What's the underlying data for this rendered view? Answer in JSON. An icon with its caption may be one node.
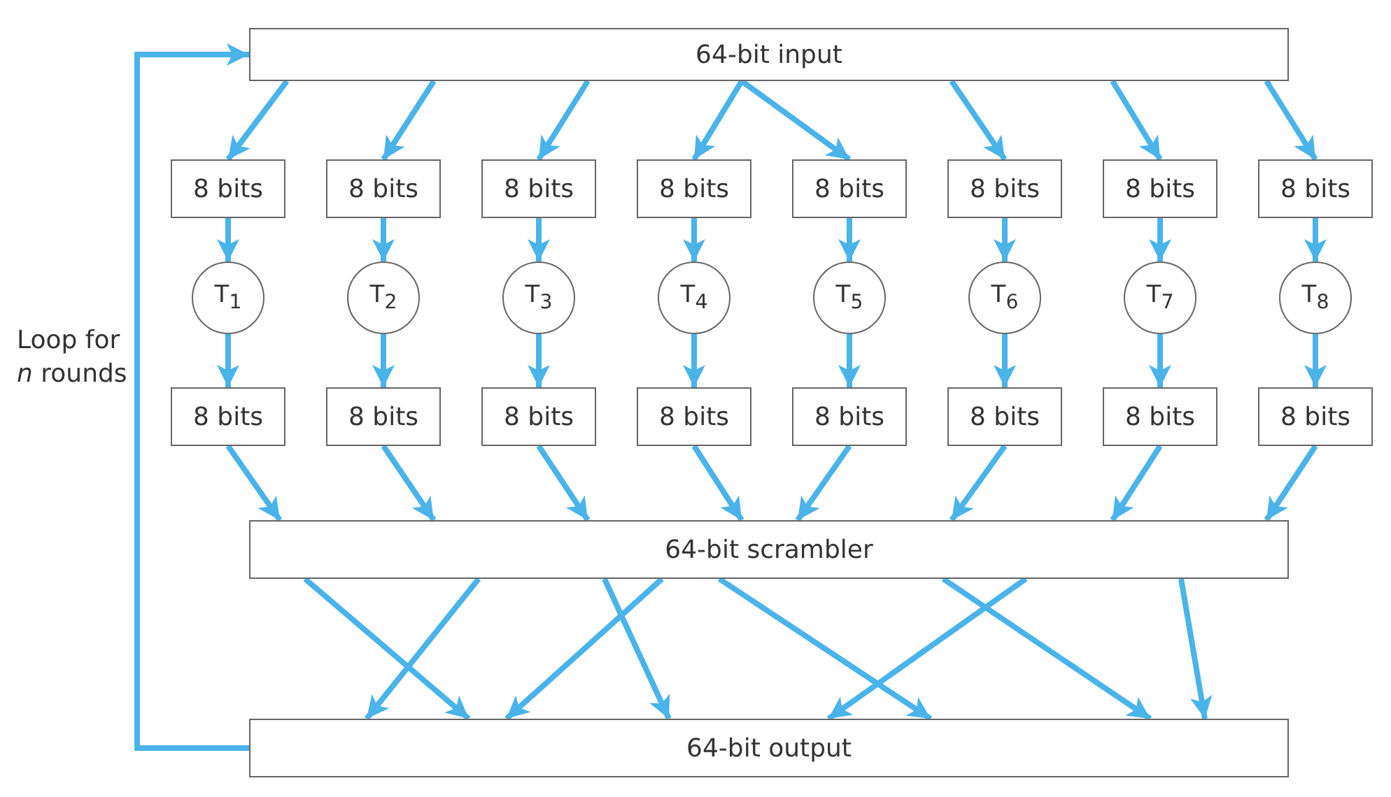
{
  "diagram": {
    "nodes": [
      {
        "text": [
          "64-bit input"
        ]
      },
      {
        "text": [
          "8 bits"
        ]
      },
      {
        "text": [
          "8 bits"
        ]
      },
      {
        "text": [
          "8 bits"
        ]
      },
      {
        "text": [
          "8 bits"
        ]
      },
      {
        "text": [
          "8 bits"
        ]
      },
      {
        "text": [
          "8 bits"
        ]
      },
      {
        "text": [
          "8 bits"
        ]
      },
      {
        "text": [
          "8 bits"
        ]
      },
      {
        "text": [
          "T$_{1}$"
        ]
      },
      {
        "text": [
          "T$_{2}$"
        ]
      },
      {
        "text": [
          "T$_{3}$"
        ]
      },
      {
        "text": [
          "T$_{4}$"
        ]
      },
      {
        "text": [
          "T$_{5}$"
        ]
      },
      {
        "text": [
          "T$_{6}$"
        ]
      },
      {
        "text": [
          "T$_{7}$"
        ]
      },
      {
        "text": [
          "T$_{8}$"
        ]
      },
      {
        "text": [
          "8 bits"
        ]
      },
      {
        "text": [
          "8 bits"
        ]
      },
      {
        "text": [
          "8 bits"
        ]
      },
      {
        "text": [
          "8 bits"
        ]
      },
      {
        "text": [
          "8 bits"
        ]
      },
      {
        "text": [
          "8 bits"
        ]
      },
      {
        "text": [
          "8 bits"
        ]
      },
      {
        "text": [
          "8 bits"
        ]
      },
      {
        "text": [
          "64-bit scrambler"
        ]
      },
      {
        "text": [
          "64-bit output"
        ]
      }
    ],
    "edges": [
      {
        "from": 0,
        "to": 1,
        "arrow": "to"
      },
      {
        "from": 0,
        "to": 2,
        "arrow": "to"
      },
      {
        "from": 0,
        "to": 3,
        "arrow": "to"
      },
      {
        "from": 0,
        "to": 4,
        "arrow": "to"
      },
      {
        "from": 0,
        "to": 5,
        "arrow": "to"
      },
      {
        "from": 0,
        "to": 6,
        "arrow": "to"
      },
      {
        "from": 0,
        "to": 7,
        "arrow": "to"
      },
      {
        "from": 0,
        "to": 8,
        "arrow": "to"
      },
      {
        "from": 1,
        "to": 9,
        "arrow": "to"
      },
      {
        "from": 2,
        "to": 10,
        "arrow": "to"
      },
      {
        "from": 3,
        "to": 11,
        "arrow": "to"
      },
      {
        "from": 4,
        "to": 12,
        "arrow": "to"
      },
      {
        "from": 5,
        "to": 13,
        "arrow": "to"
      },
      {
        "from": 6,
        "to": 14,
        "arrow": "to"
      },
      {
        "from": 7,
        "to": 15,
        "arrow": "to"
      },
      {
        "from": 8,
        "to": 16,
        "arrow": "to"
      },
      {
        "from": 9,
        "to": 17,
        "arrow": "to"
      },
      {
        "from": 10,
        "to": 18,
        "arrow": "to"
      },
      {
        "from": 11,
        "to": 19,
        "arrow": "to"
      },
      {
        "from": 12,
        "to": 20,
        "arrow": "to"
      },
      {
        "from": 13,
        "to": 21,
        "arrow": "to"
      },
      {
        "from": 14,
        "to": 22,
        "arrow": "to"
      },
      {
        "from": 15,
        "to": 23,
        "arrow": "to"
      },
      {
        "from": 16,
        "to": 24,
        "arrow": "to"
      },
      {
        "from": 17,
        "to": 25,
        "arrow": "to"
      },
      {
        "from": 18,
        "to": 25,
        "arrow": "to"
      },
      {
        "from": 19,
        "to": 25,
        "arrow": "to"
      },
      {
        "from": 20,
        "to": 25,
        "arrow": "to"
      },
      {
        "from": 21,
        "to": 25,
        "arrow": "to"
      },
      {
        "from": 22,
        "to": 25,
        "arrow": "to"
      },
      {
        "from": 23,
        "to": 25,
        "arrow": "to"
      },
      {
        "from": 24,
        "to": 25,
        "arrow": "to"
      },
      {
        "from": 25,
        "to": 26,
        "arrow": "to"
      },
      {
        "from": 25,
        "to": 26,
        "arrow": "to"
      },
      {
        "from": 25,
        "to": 26,
        "arrow": "to"
      },
      {
        "from": 25,
        "to": 26,
        "arrow": "to"
      },
      {
        "from": 25,
        "to": 26,
        "arrow": "to"
      },
      {
        "from": 25,
        "to": 26,
        "arrow": "to"
      },
      {
        "from": 25,
        "to": 26,
        "arrow": "to"
      },
      {
        "from": 25,
        "to": 26,
        "arrow": "to"
      },
      {
        "from": 26,
        "to": 0,
        "arrow": "to"
      }
    ],
    "labels": [
      "Loop for *n* rounds"
    ]
  }
}
